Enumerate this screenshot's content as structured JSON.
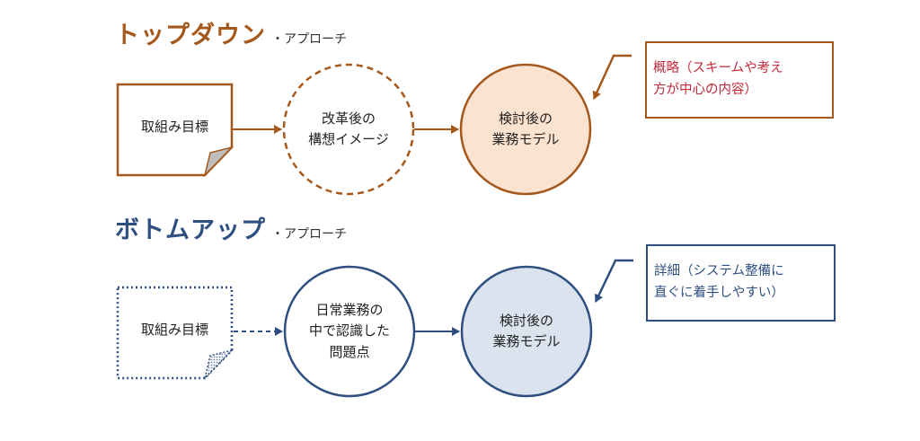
{
  "topdown": {
    "title": "トップダウン",
    "subtitle": "・アプローチ",
    "goal": [
      "取組み目標"
    ],
    "vision": [
      "改革後の",
      "構想イメージ"
    ],
    "model": [
      "検討後の",
      "業務モデル"
    ],
    "callout": [
      "概略（スキームや考え",
      "方が中心の内容）"
    ]
  },
  "bottomup": {
    "title": "ボトムアップ",
    "subtitle": "・アプローチ",
    "goal": [
      "取組み目標"
    ],
    "issues": [
      "日常業務の",
      "中で認識した",
      "問題点"
    ],
    "model": [
      "検討後の",
      "業務モデル"
    ],
    "callout": [
      "詳細（システム整備に",
      "直ぐに着手しやすい）"
    ]
  },
  "colors": {
    "topdown_accent": "#a5581c",
    "topdown_model_fill": "#fbe3d0",
    "topdown_callout_text": "#c0283a",
    "bottomup_accent": "#2e4f80",
    "bottomup_model_fill": "#dbe3ef"
  }
}
